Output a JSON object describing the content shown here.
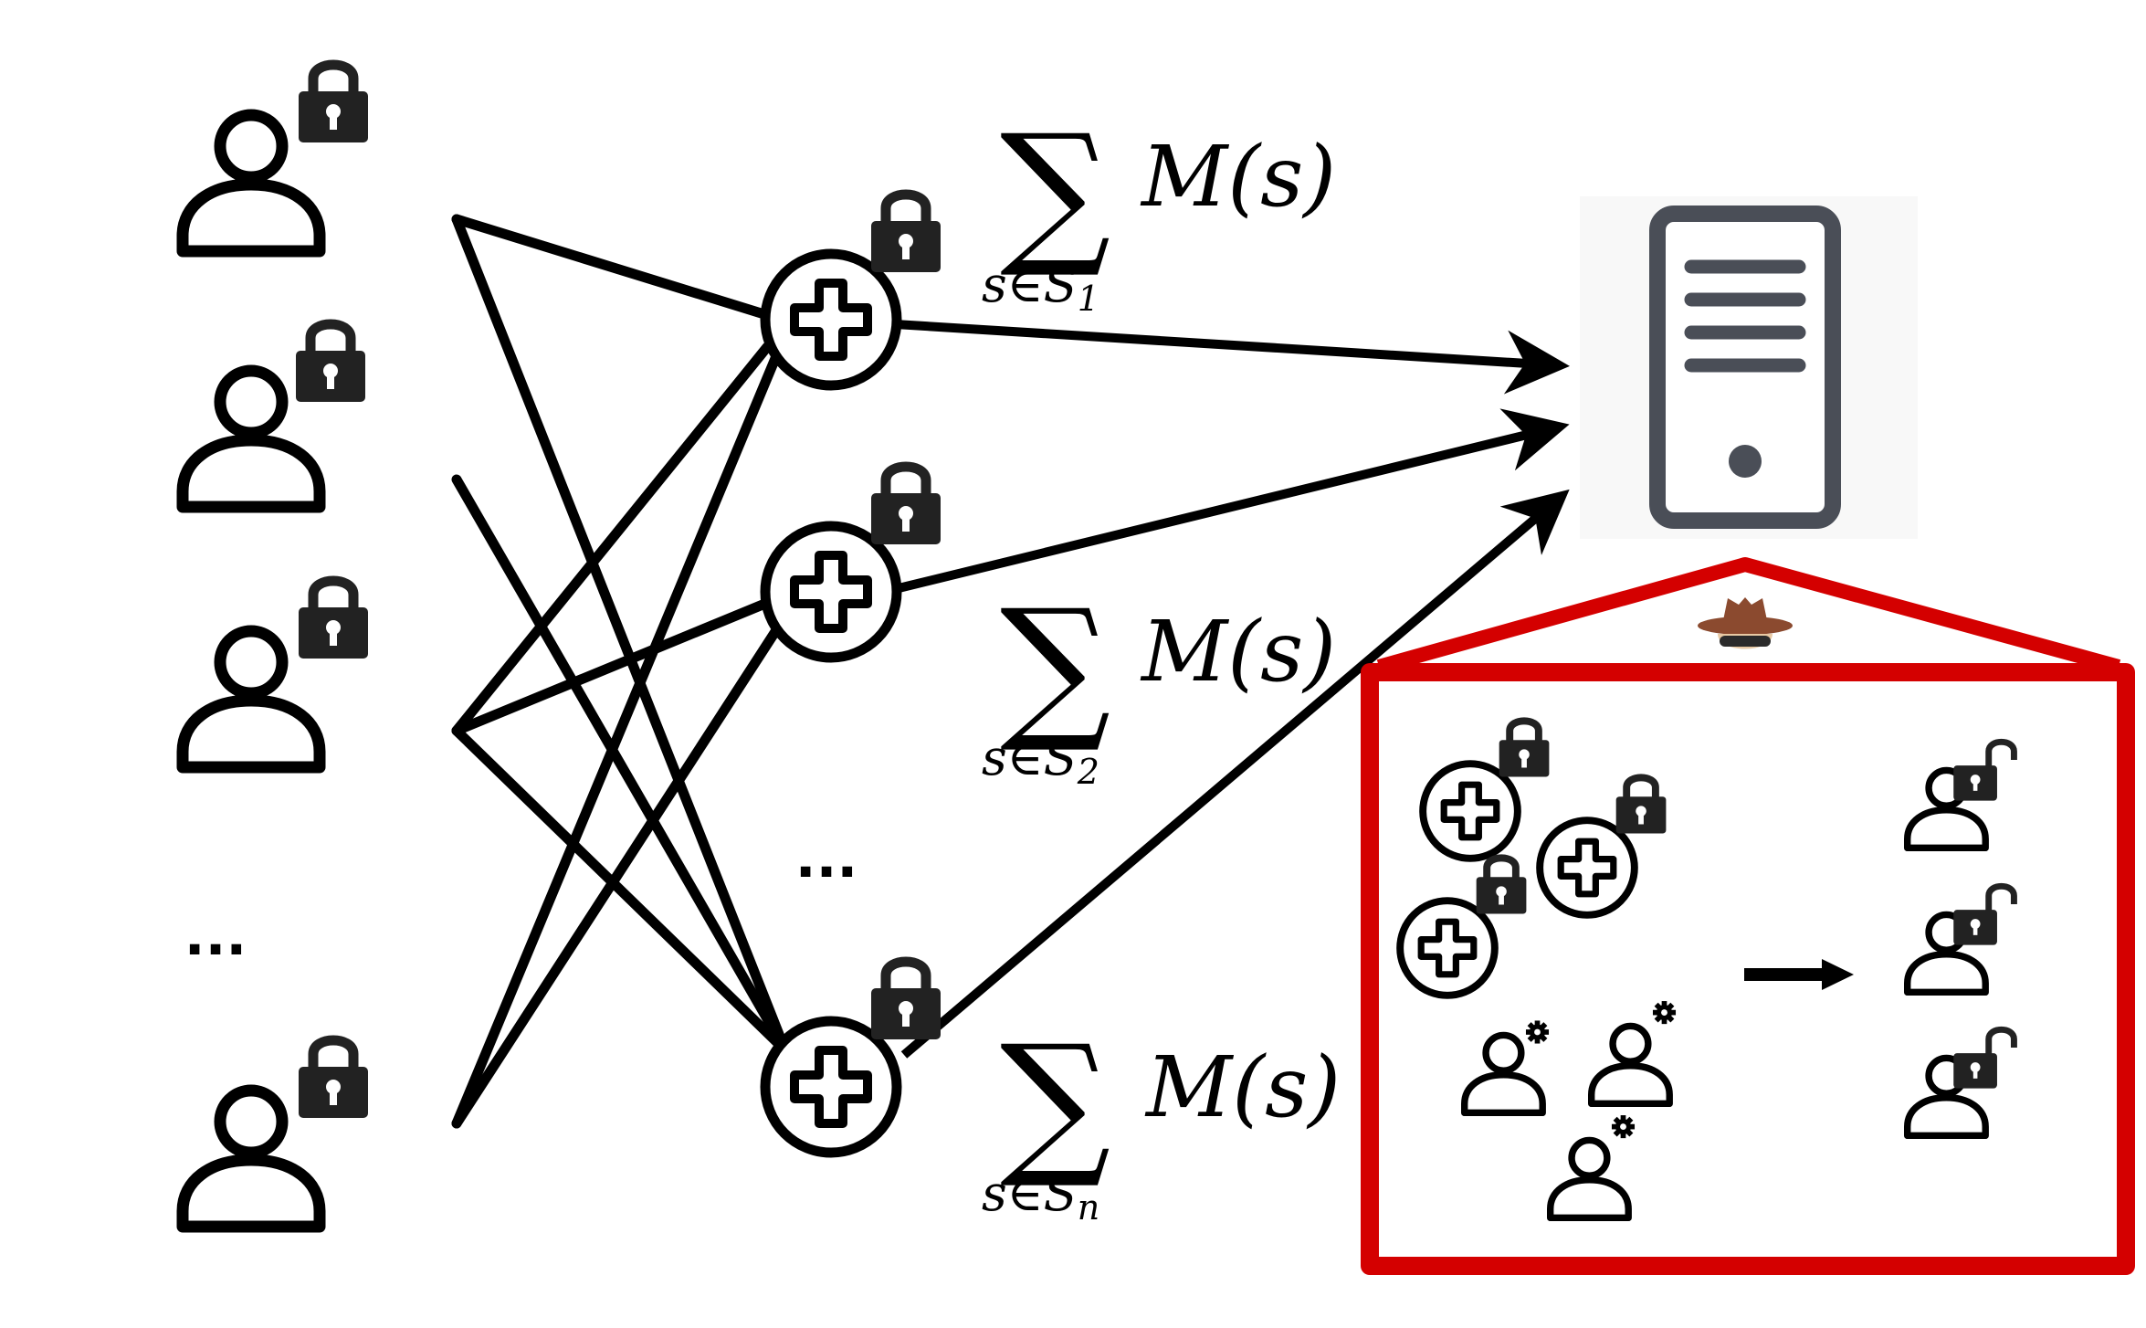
{
  "ellipsis": "...",
  "sum_labels": [
    {
      "sigma": "∑",
      "expr": "M(s)",
      "subscript": "s∈S",
      "index": "1"
    },
    {
      "sigma": "∑",
      "expr": "M(s)",
      "subscript": "s∈S",
      "index": "2"
    },
    {
      "sigma": "∑",
      "expr": "M(s)",
      "subscript": "s∈S",
      "index": "n"
    }
  ],
  "icons": {
    "client": "user-icon",
    "lock": "lock-icon",
    "open_lock": "unlocked-icon",
    "aggregator": "plus-circle-icon",
    "server": "server-icon",
    "spy": "spy-icon",
    "malicious_client": "user-gear-icon"
  },
  "colors": {
    "line": "#000000",
    "attack_frame": "#d40000",
    "server": "#4a4e57",
    "spy_hat": "#8b4a2f"
  }
}
